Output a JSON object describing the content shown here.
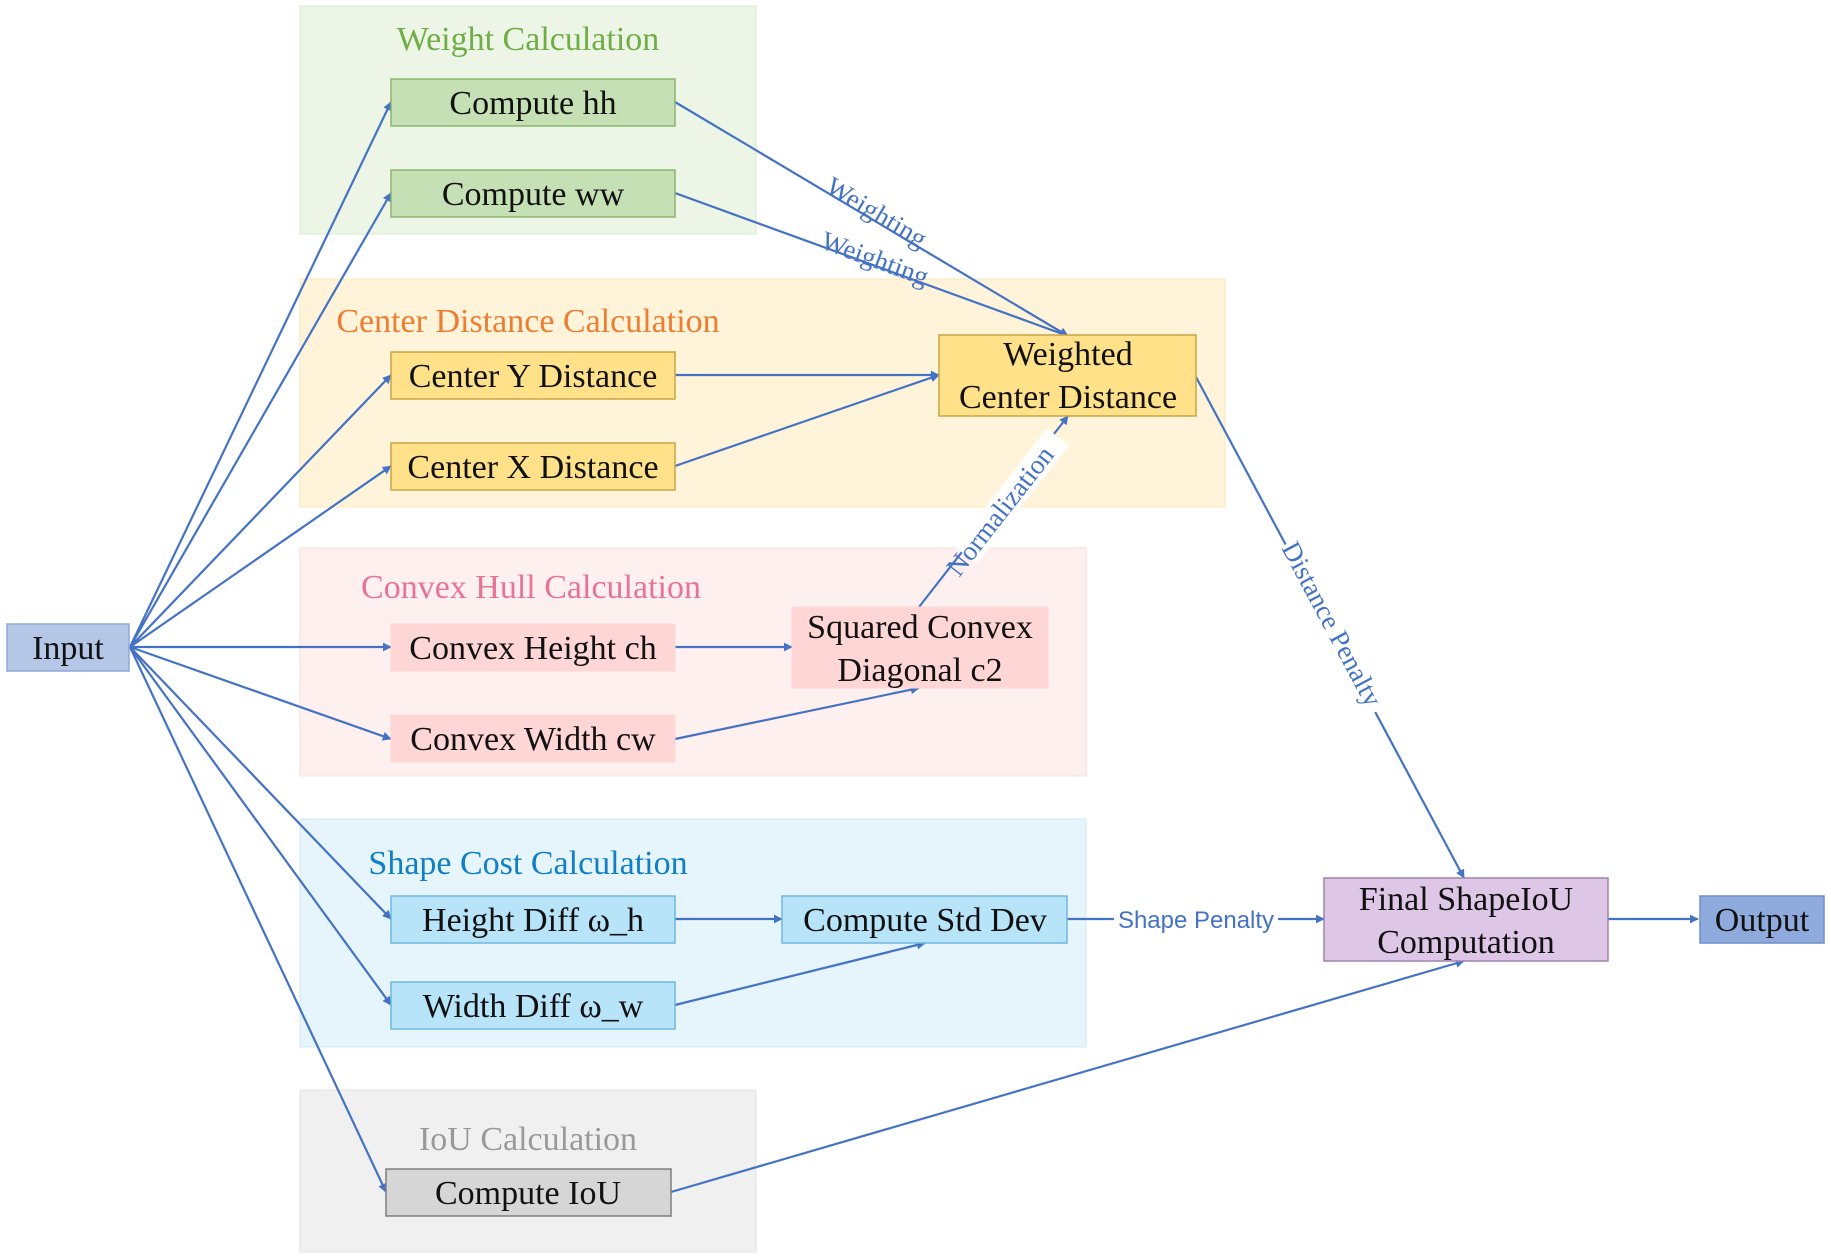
{
  "groups": {
    "weight": {
      "title": "Weight Calculation",
      "fill": "#edf5e6",
      "stroke": "#d9ead0",
      "title_color": "#70ad47"
    },
    "center": {
      "title": "Center Distance Calculation",
      "fill": "#fff4d9",
      "stroke": "#fbe7b4",
      "title_color": "#ed7d31"
    },
    "convex": {
      "title": "Convex Hull Calculation",
      "fill": "#fff0f0",
      "stroke": "#fadcdc",
      "title_color": "#e8739a"
    },
    "shape": {
      "title": "Shape Cost Calculation",
      "fill": "#e6f4fc",
      "stroke": "#cfe8f7",
      "title_color": "#0f7fc6"
    },
    "iou": {
      "title": "IoU Calculation",
      "fill": "#f0f0f0",
      "stroke": "#e2e2e2",
      "title_color": "#999999"
    }
  },
  "nodes": {
    "input": {
      "label": "Input",
      "fill": "#b4c7e7",
      "stroke": "#8fa9d6"
    },
    "compute_hh": {
      "label": "Compute hh",
      "fill": "#c5e0b4",
      "stroke": "#8bb56f"
    },
    "compute_ww": {
      "label": "Compute ww",
      "fill": "#c5e0b4",
      "stroke": "#8bb56f"
    },
    "center_y": {
      "label": "Center Y Distance",
      "fill": "#ffe189",
      "stroke": "#c9a544"
    },
    "center_x": {
      "label": "Center X Distance",
      "fill": "#ffe189",
      "stroke": "#c9a544"
    },
    "weighted_center": {
      "label_lines": [
        "Weighted",
        "Center Distance"
      ],
      "fill": "#ffe189",
      "stroke": "#c9a544"
    },
    "convex_height": {
      "label": "Convex Height ch",
      "fill": "#ffd6d6",
      "stroke": "#ffd6d6"
    },
    "convex_width": {
      "label": "Convex Width cw",
      "fill": "#ffd6d6",
      "stroke": "#ffd6d6"
    },
    "squared_convex": {
      "label_lines": [
        "Squared Convex",
        "Diagonal c2"
      ],
      "fill": "#ffd6d6",
      "stroke": "#ffd6d6"
    },
    "height_diff": {
      "label": "Height Diff ω_h",
      "fill": "#b8e4fa",
      "stroke": "#6fb8de"
    },
    "width_diff": {
      "label": "Width Diff ω_w",
      "fill": "#b8e4fa",
      "stroke": "#6fb8de"
    },
    "std_dev": {
      "label": "Compute Std Dev",
      "fill": "#b8e4fa",
      "stroke": "#6fb8de"
    },
    "compute_iou": {
      "label": "Compute IoU",
      "fill": "#d6d6d6",
      "stroke": "#7f7f7f"
    },
    "final": {
      "label_lines": [
        "Final ShapeIoU",
        "Computation"
      ],
      "fill": "#dec6e6",
      "stroke": "#9f84ad"
    },
    "output": {
      "label": "Output",
      "fill": "#8faadc",
      "stroke": "#6f8fc9"
    }
  },
  "edge_labels": {
    "weighting_1": "Weighting",
    "weighting_2": "Weighting",
    "normalization": "Normalization",
    "distance_penalty": "Distance Penalty",
    "shape_penalty": "Shape Penalty"
  },
  "colors": {
    "edge": "#4472c4"
  }
}
